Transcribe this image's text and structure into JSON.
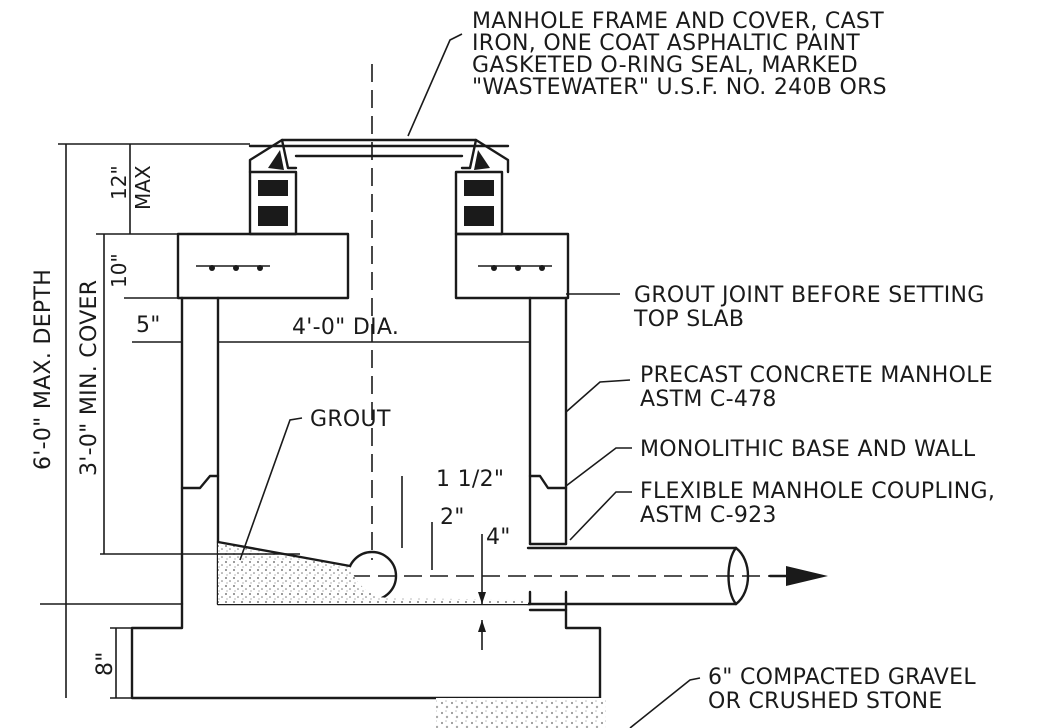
{
  "callouts": {
    "frame_cover": [
      "MANHOLE FRAME AND COVER, CAST",
      "IRON, ONE COAT ASPHALTIC PAINT",
      "GASKETED O-RING SEAL, MARKED",
      "\"WASTEWATER\" U.S.F. NO. 240B ORS"
    ],
    "grout_joint": [
      "GROUT JOINT BEFORE SETTING",
      "TOP SLAB"
    ],
    "precast": [
      "PRECAST CONCRETE MANHOLE",
      "ASTM C-478"
    ],
    "monolithic": "MONOLITHIC BASE AND WALL",
    "coupling": [
      "FLEXIBLE MANHOLE COUPLING,",
      "ASTM C-923"
    ],
    "gravel": [
      "6\" COMPACTED GRAVEL",
      "OR CRUSHED STONE"
    ],
    "grout": "GROUT"
  },
  "dimensions": {
    "max_depth": "6'-0\" MAX. DEPTH",
    "min_cover": "3'-0\" MIN. COVER",
    "top_max_value": "12\"",
    "top_max_label": "MAX",
    "slab": "10\"",
    "wall": "5\"",
    "diameter": "4'-0\" DIA.",
    "d_1_5": "1 1/2\"",
    "d_2": "2\"",
    "d_4": "4\"",
    "base": "8\""
  }
}
